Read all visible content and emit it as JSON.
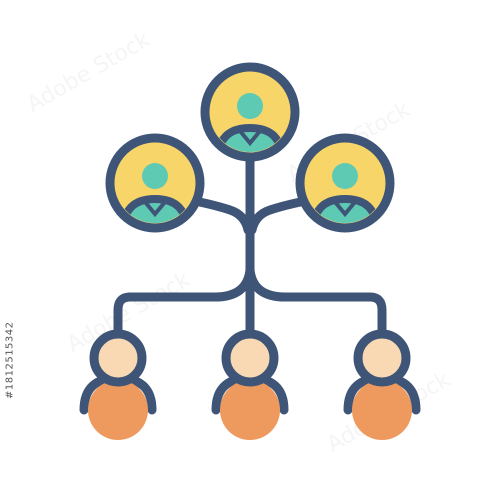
{
  "image": {
    "watermark_text": "Adobe Stock",
    "stock_number": "#1812515342"
  },
  "colors": {
    "outline": "#3f5577",
    "top_circle_fill": "#f8d568",
    "top_figure": "#5fcab4",
    "bottom_head": "#f8d9b3",
    "bottom_body": "#ee9a5e",
    "background": "#ffffff"
  },
  "icons": {
    "top_people": [
      "person-circle-icon-left",
      "person-circle-icon-center",
      "person-circle-icon-right"
    ],
    "bottom_people": [
      "person-icon-left",
      "person-icon-center",
      "person-icon-right"
    ]
  }
}
